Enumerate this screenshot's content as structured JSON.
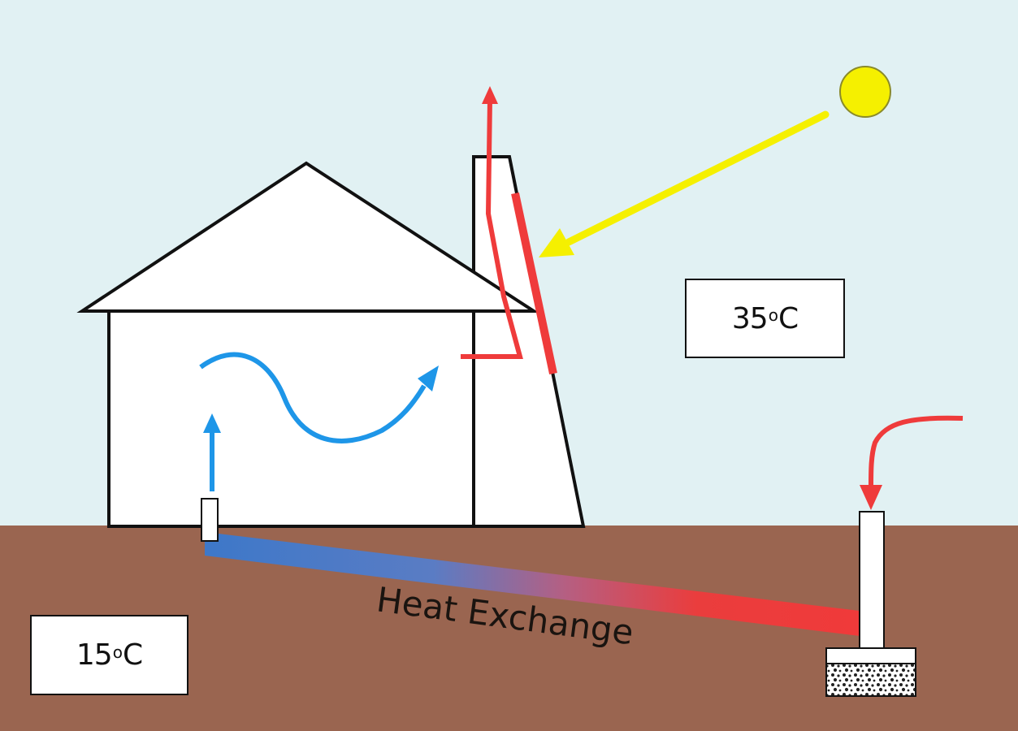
{
  "labels": {
    "heat_exchange": "Heat Exchange",
    "outdoor_temp": {
      "value": "35",
      "degree": "o",
      "unit": "C"
    },
    "ground_temp": {
      "value": "15",
      "degree": "o",
      "unit": "C"
    }
  },
  "colors": {
    "sky": "#e1f1f3",
    "ground": "#9a6550",
    "warm_air": "#ef3b3b",
    "cool_air": "#1e96e8",
    "sun": "#f5f000",
    "outline": "#111111"
  }
}
